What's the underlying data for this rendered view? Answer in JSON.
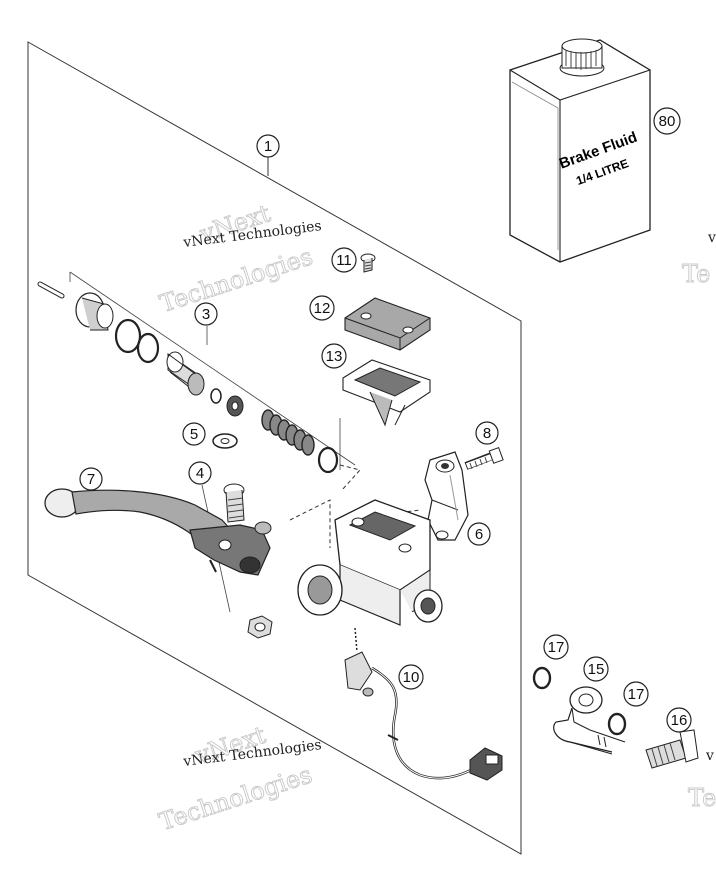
{
  "diagram": {
    "callouts": [
      "1",
      "3",
      "4",
      "5",
      "6",
      "7",
      "8",
      "10",
      "11",
      "12",
      "13",
      "15",
      "16",
      "17",
      "17",
      "80"
    ],
    "can": {
      "line1": "Brake Fluid",
      "line2": "1/4 LITRE"
    }
  },
  "watermarks": [
    {
      "outline": "vNext",
      "outline2": "Technologies",
      "text": "vNext Technologies"
    },
    {
      "outline": "vNext",
      "outline2": "Technologies",
      "text": "vNext Technologies"
    },
    {
      "text": "v",
      "outline2": "Te"
    },
    {
      "text": "v",
      "outline2": "Te"
    }
  ],
  "colors": {
    "line": "#222222",
    "fill": "#ffffff",
    "shade": "#9a9a9a",
    "dark": "#555555",
    "watermark": "#c8c8c8"
  }
}
